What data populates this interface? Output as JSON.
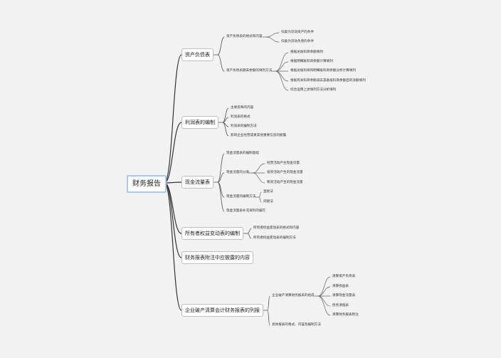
{
  "root": "财务报告",
  "branches": [
    {
      "label": "资产负债表",
      "children": [
        {
          "label": "资产负债表的格式和内容",
          "children": [
            {
              "label": "归类为流动资产的条件"
            },
            {
              "label": "归类为流动负债的条件"
            }
          ]
        },
        {
          "label": "资产负债表期末余额的填列方法",
          "children": [
            {
              "label": "根据总账科目余额填列"
            },
            {
              "label": "根据明细账科目余额计算填列"
            },
            {
              "label": "根据总账科目和明细账科目余额分析计算填列"
            },
            {
              "label": "根据有关科目余额减去其备抵科目余额后的净额填列"
            },
            {
              "label": "综合运用上述填列方法分析填列"
            }
          ]
        }
      ]
    },
    {
      "label": "利润表的编制",
      "children": [
        {
          "label": "主要反映的内容"
        },
        {
          "label": "利润表的格式"
        },
        {
          "label": "利润表的编制方法"
        },
        {
          "label": "影响企业经营成果其他重要信息的披露"
        }
      ]
    },
    {
      "label": "现金流量表",
      "children": [
        {
          "label": "现金流量表的编制基础"
        },
        {
          "label": "现金流量的分类",
          "children": [
            {
              "label": "经营活动产生现金流量"
            },
            {
              "label": "投资活动产生的现金流量"
            },
            {
              "label": "筹资活动产生的现金流量"
            }
          ]
        },
        {
          "label": "现金流量的编制方法",
          "children": [
            {
              "label": "直接法"
            },
            {
              "label": "间接法"
            }
          ]
        },
        {
          "label": "现金流量表补充资料的编写"
        }
      ]
    },
    {
      "label": "所有者权益变动表的编制",
      "children": [
        {
          "label": "所有者权益变动表的格式和内容"
        },
        {
          "label": "所有者权益变动表的编制方法"
        }
      ]
    },
    {
      "label": "财务报表附注中应披露的内容",
      "children": []
    },
    {
      "label": "企业破产清算会计财务报表的列报",
      "children": [
        {
          "label": "企业破产清算财务报表的组成",
          "children": [
            {
              "label": "清算资产负债表"
            },
            {
              "label": "清算损益表"
            },
            {
              "label": "清算现金流量表"
            },
            {
              "label": "债务清偿表"
            },
            {
              "label": "清算财务报表附注"
            }
          ]
        },
        {
          "label": "具体报表的格式、内容及编制方法"
        }
      ]
    }
  ]
}
